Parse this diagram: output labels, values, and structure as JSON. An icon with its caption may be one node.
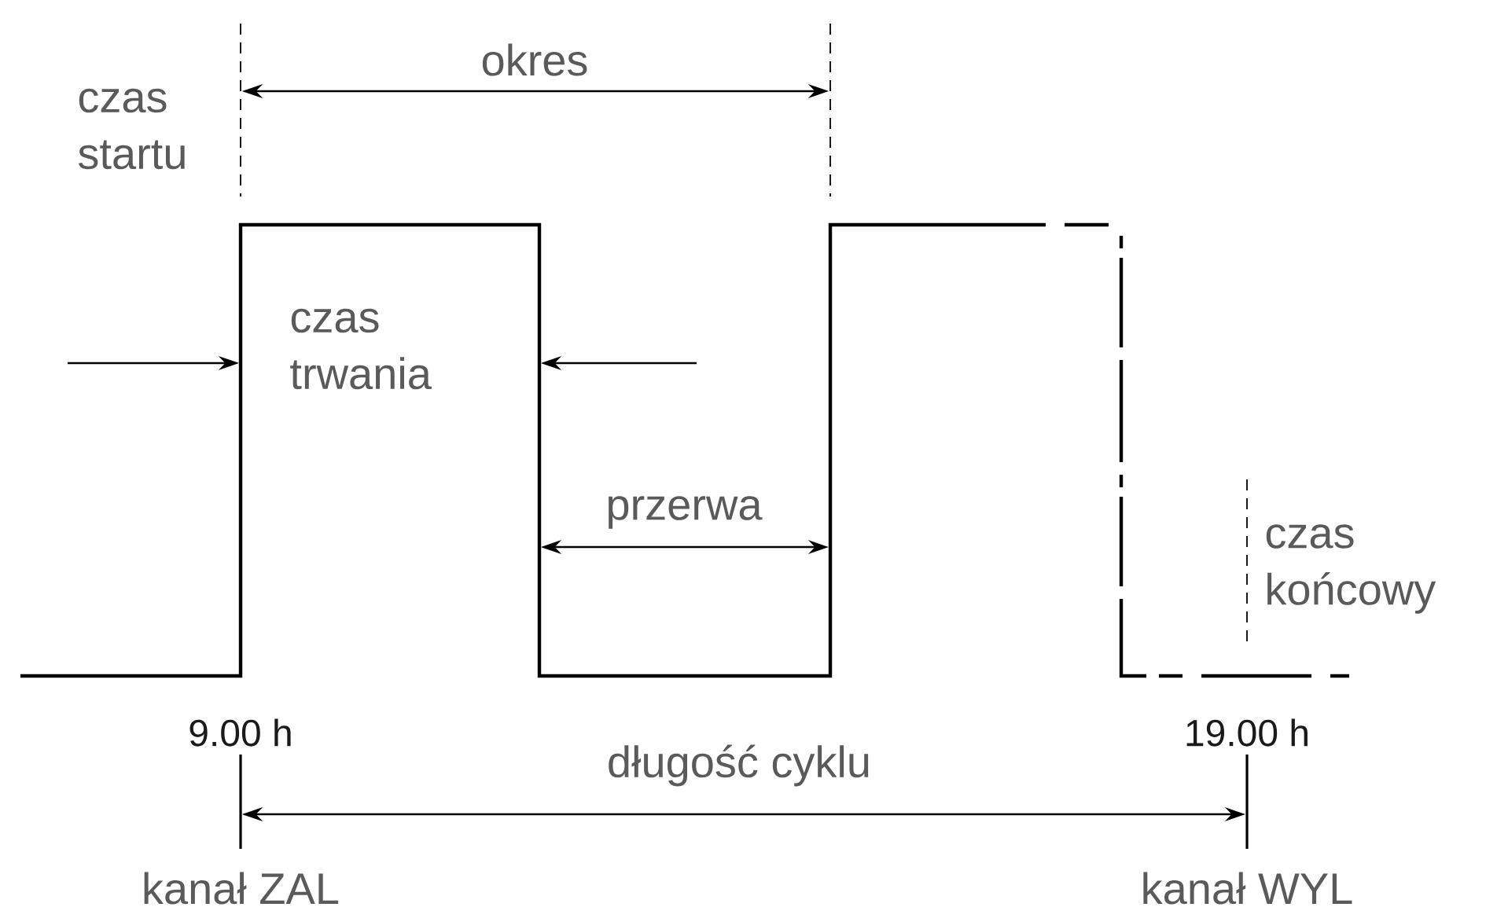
{
  "diagram": {
    "labels": [
      "okres",
      "czas startu",
      "czas trwania",
      "przerwa",
      "czas końcowy",
      "9.00 h",
      "19.00 h",
      "długość cyklu",
      "kanał ZAL",
      "kanał WYL"
    ]
  }
}
